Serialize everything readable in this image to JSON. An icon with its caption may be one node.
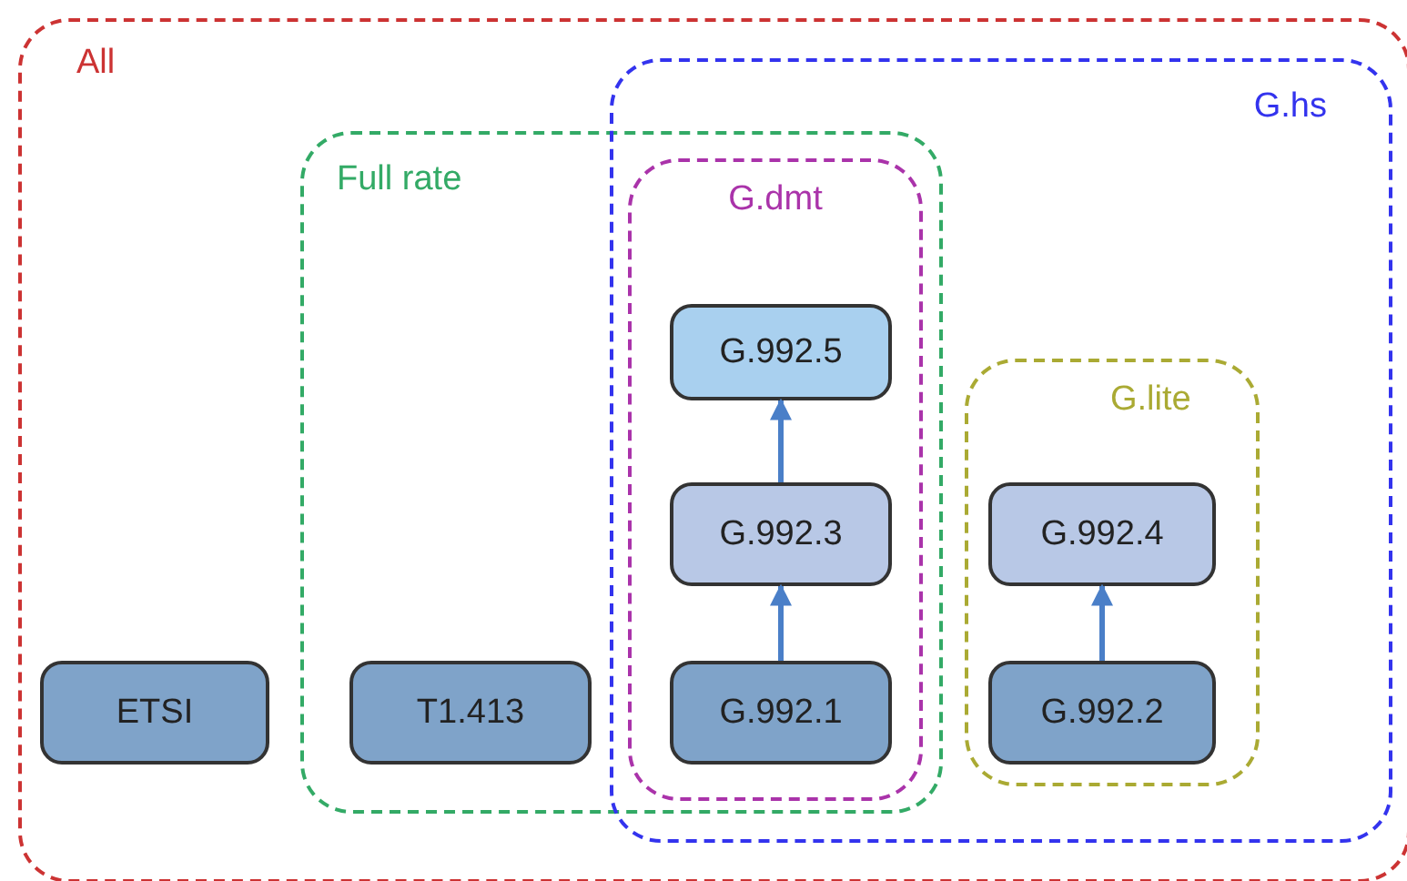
{
  "diagram": {
    "nodes": [
      {
        "text": [
          "All"
        ]
      },
      {
        "text": [
          "Full rate"
        ],
        "in": 0
      },
      {
        "text": [
          "G.hs"
        ],
        "in": 0
      },
      {
        "text": [
          "G.dmt"
        ]
      },
      {
        "text": [
          "G.lite"
        ],
        "in": 2
      },
      {
        "text": [
          "ETSI"
        ],
        "in": 0
      },
      {
        "text": [
          "T1.413"
        ],
        "in": 1
      },
      {
        "text": [
          "G.992.5"
        ],
        "in": 3
      },
      {
        "text": [
          "G.992.3"
        ],
        "in": 3
      },
      {
        "text": [
          "G.992.1"
        ],
        "in": 3
      },
      {
        "text": [
          "G.992.4"
        ],
        "in": 4
      },
      {
        "text": [
          "G.992.2"
        ],
        "in": 4
      }
    ],
    "edges": [
      {
        "from": 9,
        "to": 8,
        "arrow": "to"
      },
      {
        "from": 8,
        "to": 7,
        "arrow": "to"
      },
      {
        "from": 11,
        "to": 10,
        "arrow": "to"
      }
    ]
  }
}
